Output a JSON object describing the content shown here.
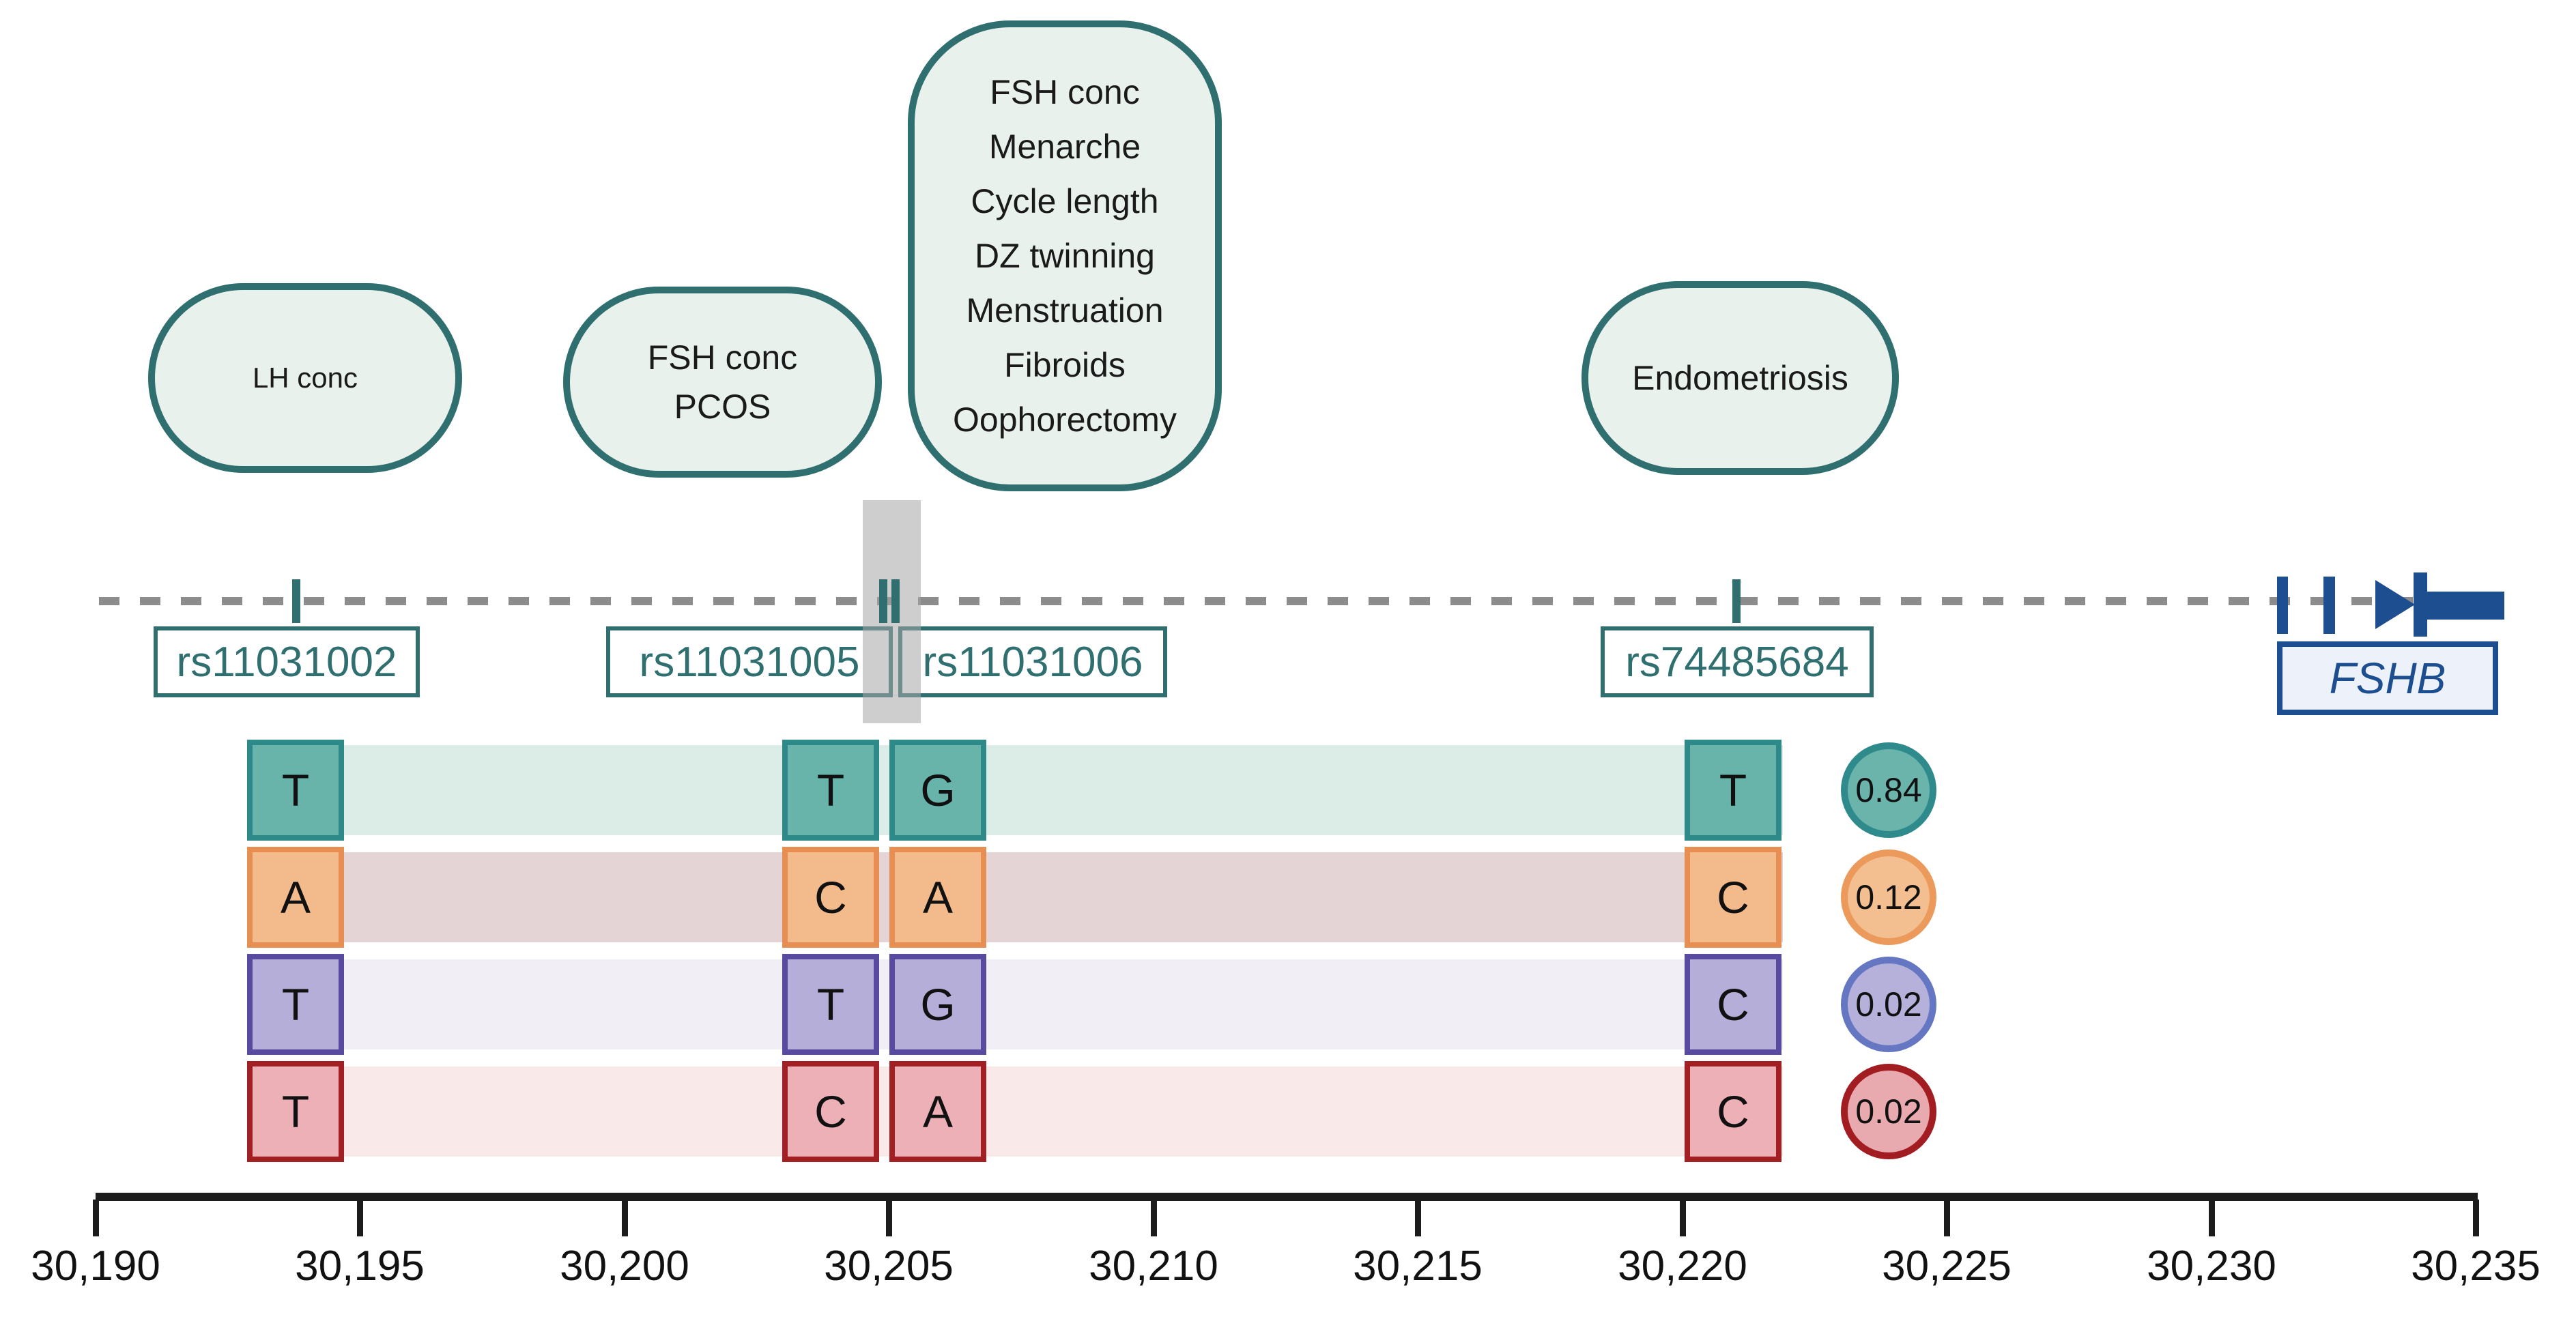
{
  "trait_bubbles": [
    {
      "lines": [
        "LH conc"
      ]
    },
    {
      "lines": [
        "FSH conc",
        "PCOS"
      ]
    },
    {
      "lines": [
        "FSH conc",
        "Menarche",
        "Cycle length",
        "DZ twinning",
        "Menstruation",
        "Fibroids",
        "Oophorectomy"
      ]
    },
    {
      "lines": [
        "Endometriosis"
      ]
    }
  ],
  "snps": [
    {
      "label": "rs11031002"
    },
    {
      "label": "rs11031005"
    },
    {
      "label": "rs11031006"
    },
    {
      "label": "rs74485684"
    }
  ],
  "gene": {
    "label": "FSHB"
  },
  "haplotypes": [
    {
      "alleles": [
        "T",
        "T",
        "G",
        "T"
      ],
      "frequency": "0.84",
      "color": "#6ab4ab"
    },
    {
      "alleles": [
        "A",
        "C",
        "A",
        "C"
      ],
      "frequency": "0.12",
      "color": "#f4bf90"
    },
    {
      "alleles": [
        "T",
        "T",
        "G",
        "C"
      ],
      "frequency": "0.02",
      "color": "#b6b1db"
    },
    {
      "alleles": [
        "T",
        "C",
        "A",
        "C"
      ],
      "frequency": "0.02",
      "color": "#e8a9af"
    }
  ],
  "axis": {
    "unit_labels": [
      "30,190",
      "30,195",
      "30,200",
      "30,205",
      "30,210",
      "30,215",
      "30,220",
      "30,225",
      "30,230",
      "30,235"
    ]
  },
  "colors": {
    "teal_outline": "#2f6f6f",
    "bubble_fill": "#e8f1ec",
    "gene_blue": "#1d4e8f",
    "gene_box_fill": "#ecf1fa",
    "dashed_line": "#8c8c8c",
    "highlight_band": "#a5a5a5",
    "row1_band": "#dcece7",
    "row2_band": "#e4d4d6",
    "row3_band": "#f2eef6",
    "row4_band": "#fae9e9",
    "axis": "#1c1c1c"
  }
}
